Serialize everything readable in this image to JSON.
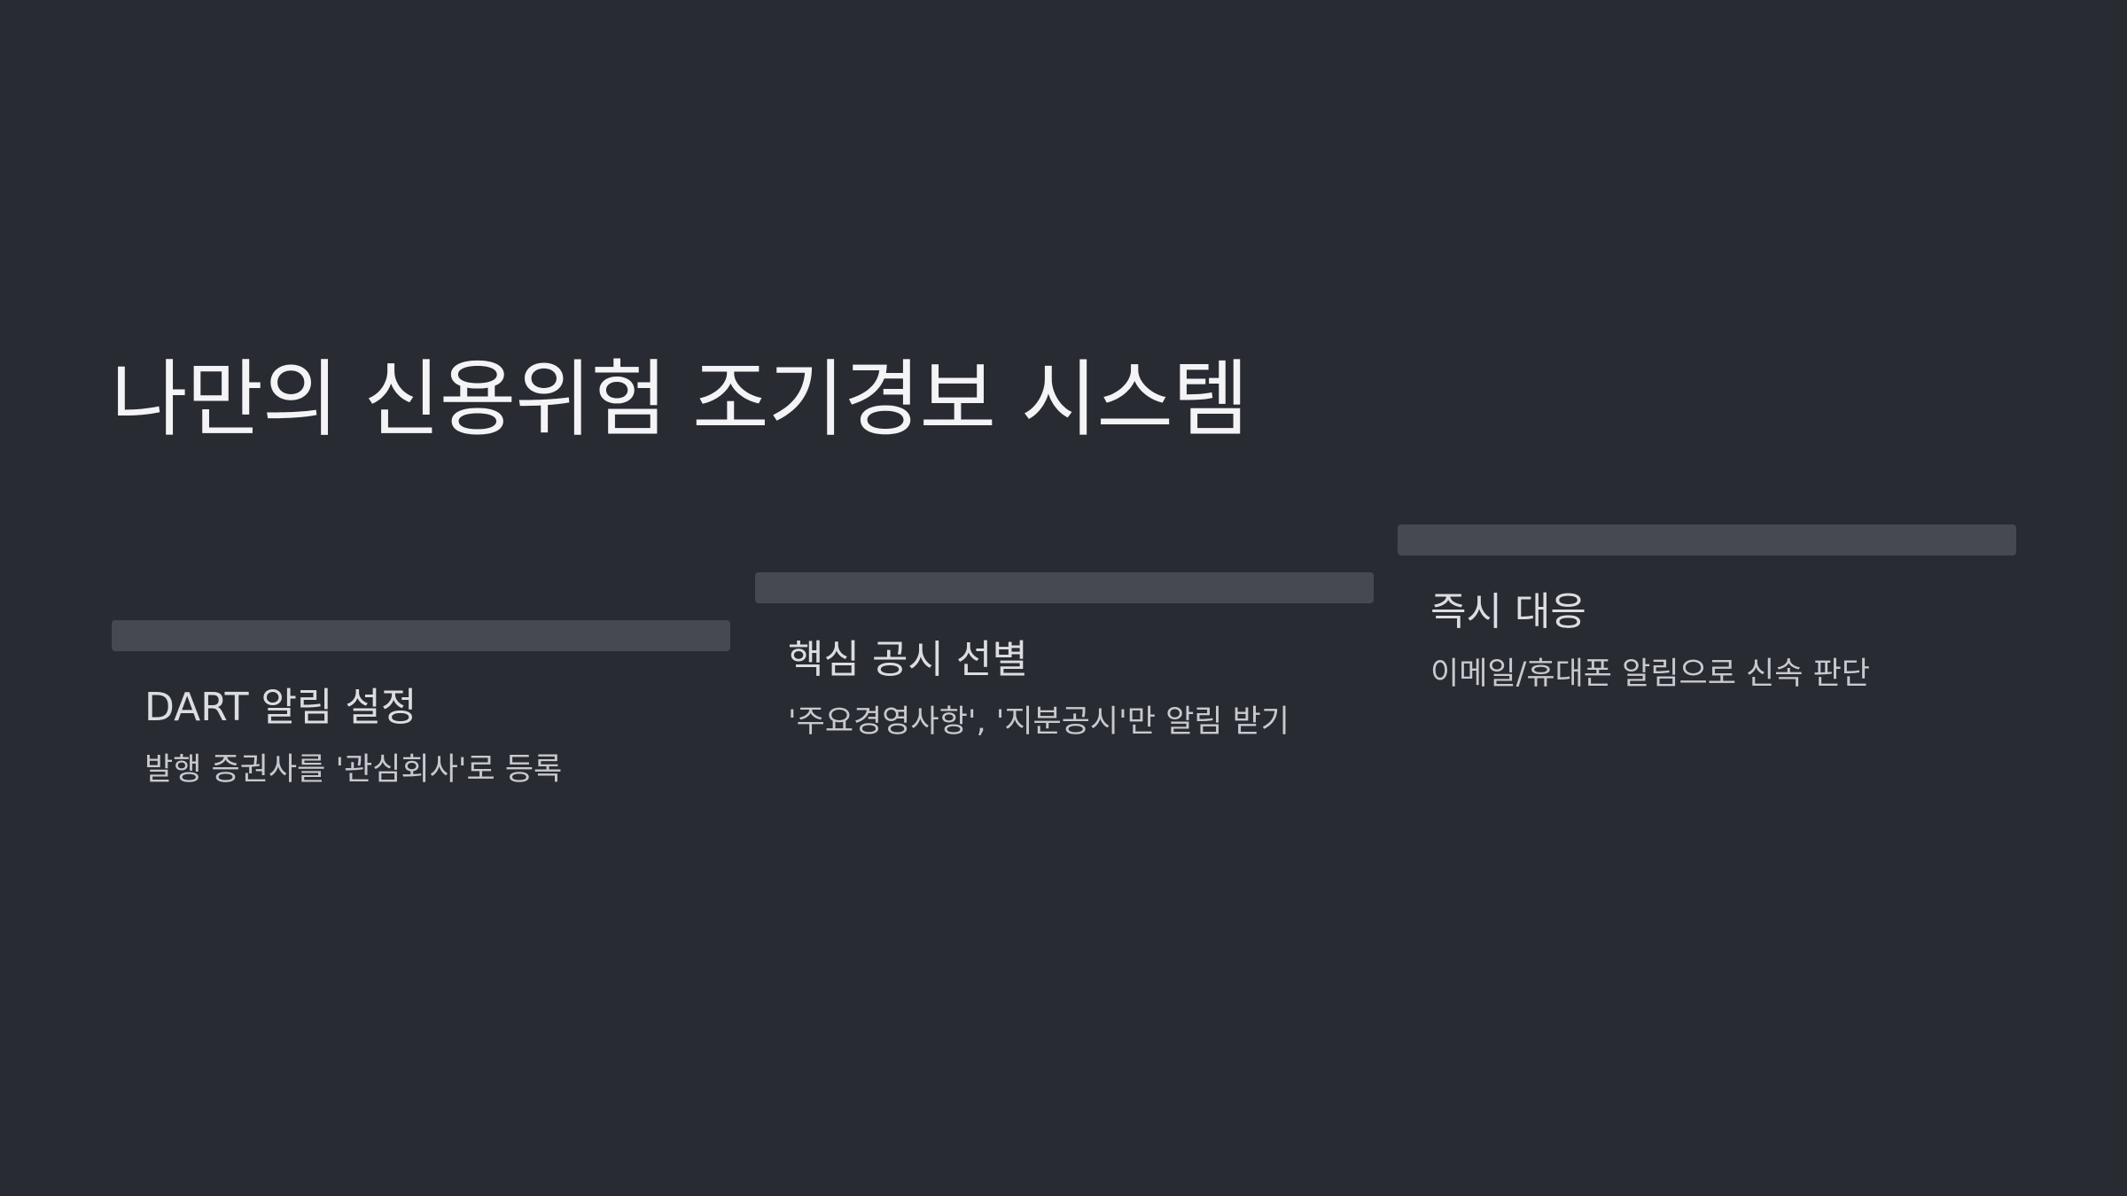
{
  "slide": {
    "title": "나만의 신용위험 조기경보 시스템"
  },
  "steps": [
    {
      "heading": "DART 알림 설정",
      "description": "발행 증권사를 '관심회사'로 등록"
    },
    {
      "heading": "핵심 공시 선별",
      "description": "'주요경영사항', '지분공시'만 알림 받기"
    },
    {
      "heading": "즉시 대응",
      "description": "이메일/휴대폰 알림으로 신속 판단"
    }
  ],
  "colors": {
    "background": "#292b33",
    "bar": "#464950",
    "title_text": "#f4f4f6",
    "heading_text": "#dcdde1",
    "body_text": "#c8c9ce"
  }
}
